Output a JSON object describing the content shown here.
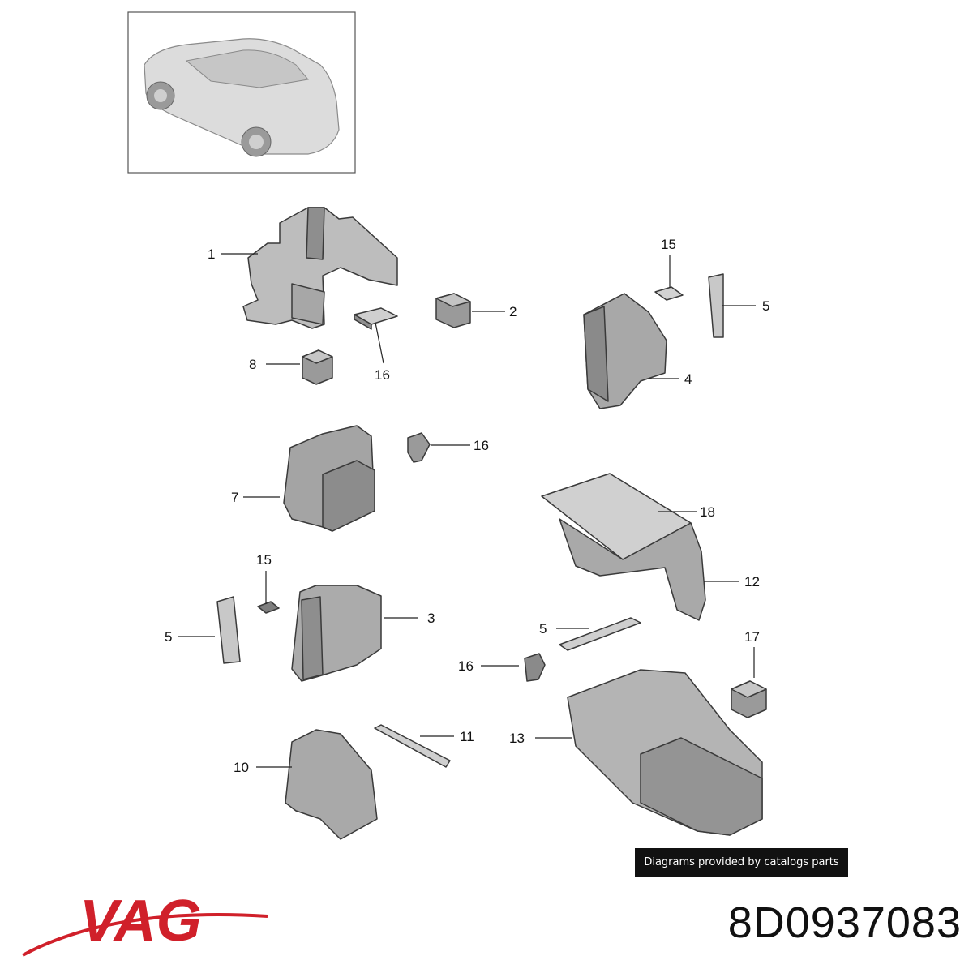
{
  "callouts": [
    {
      "id": "1",
      "text": "1"
    },
    {
      "id": "2",
      "text": "2"
    },
    {
      "id": "16a",
      "text": "16"
    },
    {
      "id": "8",
      "text": "8"
    },
    {
      "id": "15a",
      "text": "15"
    },
    {
      "id": "5a",
      "text": "5"
    },
    {
      "id": "4",
      "text": "4"
    },
    {
      "id": "16b",
      "text": "16"
    },
    {
      "id": "7",
      "text": "7"
    },
    {
      "id": "18",
      "text": "18"
    },
    {
      "id": "15b",
      "text": "15"
    },
    {
      "id": "12",
      "text": "12"
    },
    {
      "id": "3",
      "text": "3"
    },
    {
      "id": "5b",
      "text": "5"
    },
    {
      "id": "5c",
      "text": "5"
    },
    {
      "id": "17",
      "text": "17"
    },
    {
      "id": "16c",
      "text": "16"
    },
    {
      "id": "11",
      "text": "11"
    },
    {
      "id": "13",
      "text": "13"
    },
    {
      "id": "10",
      "text": "10"
    }
  ],
  "credit": "Diagrams provided by catalogs parts",
  "brand": {
    "logo_text": "VAG",
    "color": "#d0202a"
  },
  "part_number": "8D0937083",
  "colors": {
    "part_fill": "#b9b9b9",
    "part_dark": "#8e8e8e",
    "part_light": "#d6d6d6"
  }
}
